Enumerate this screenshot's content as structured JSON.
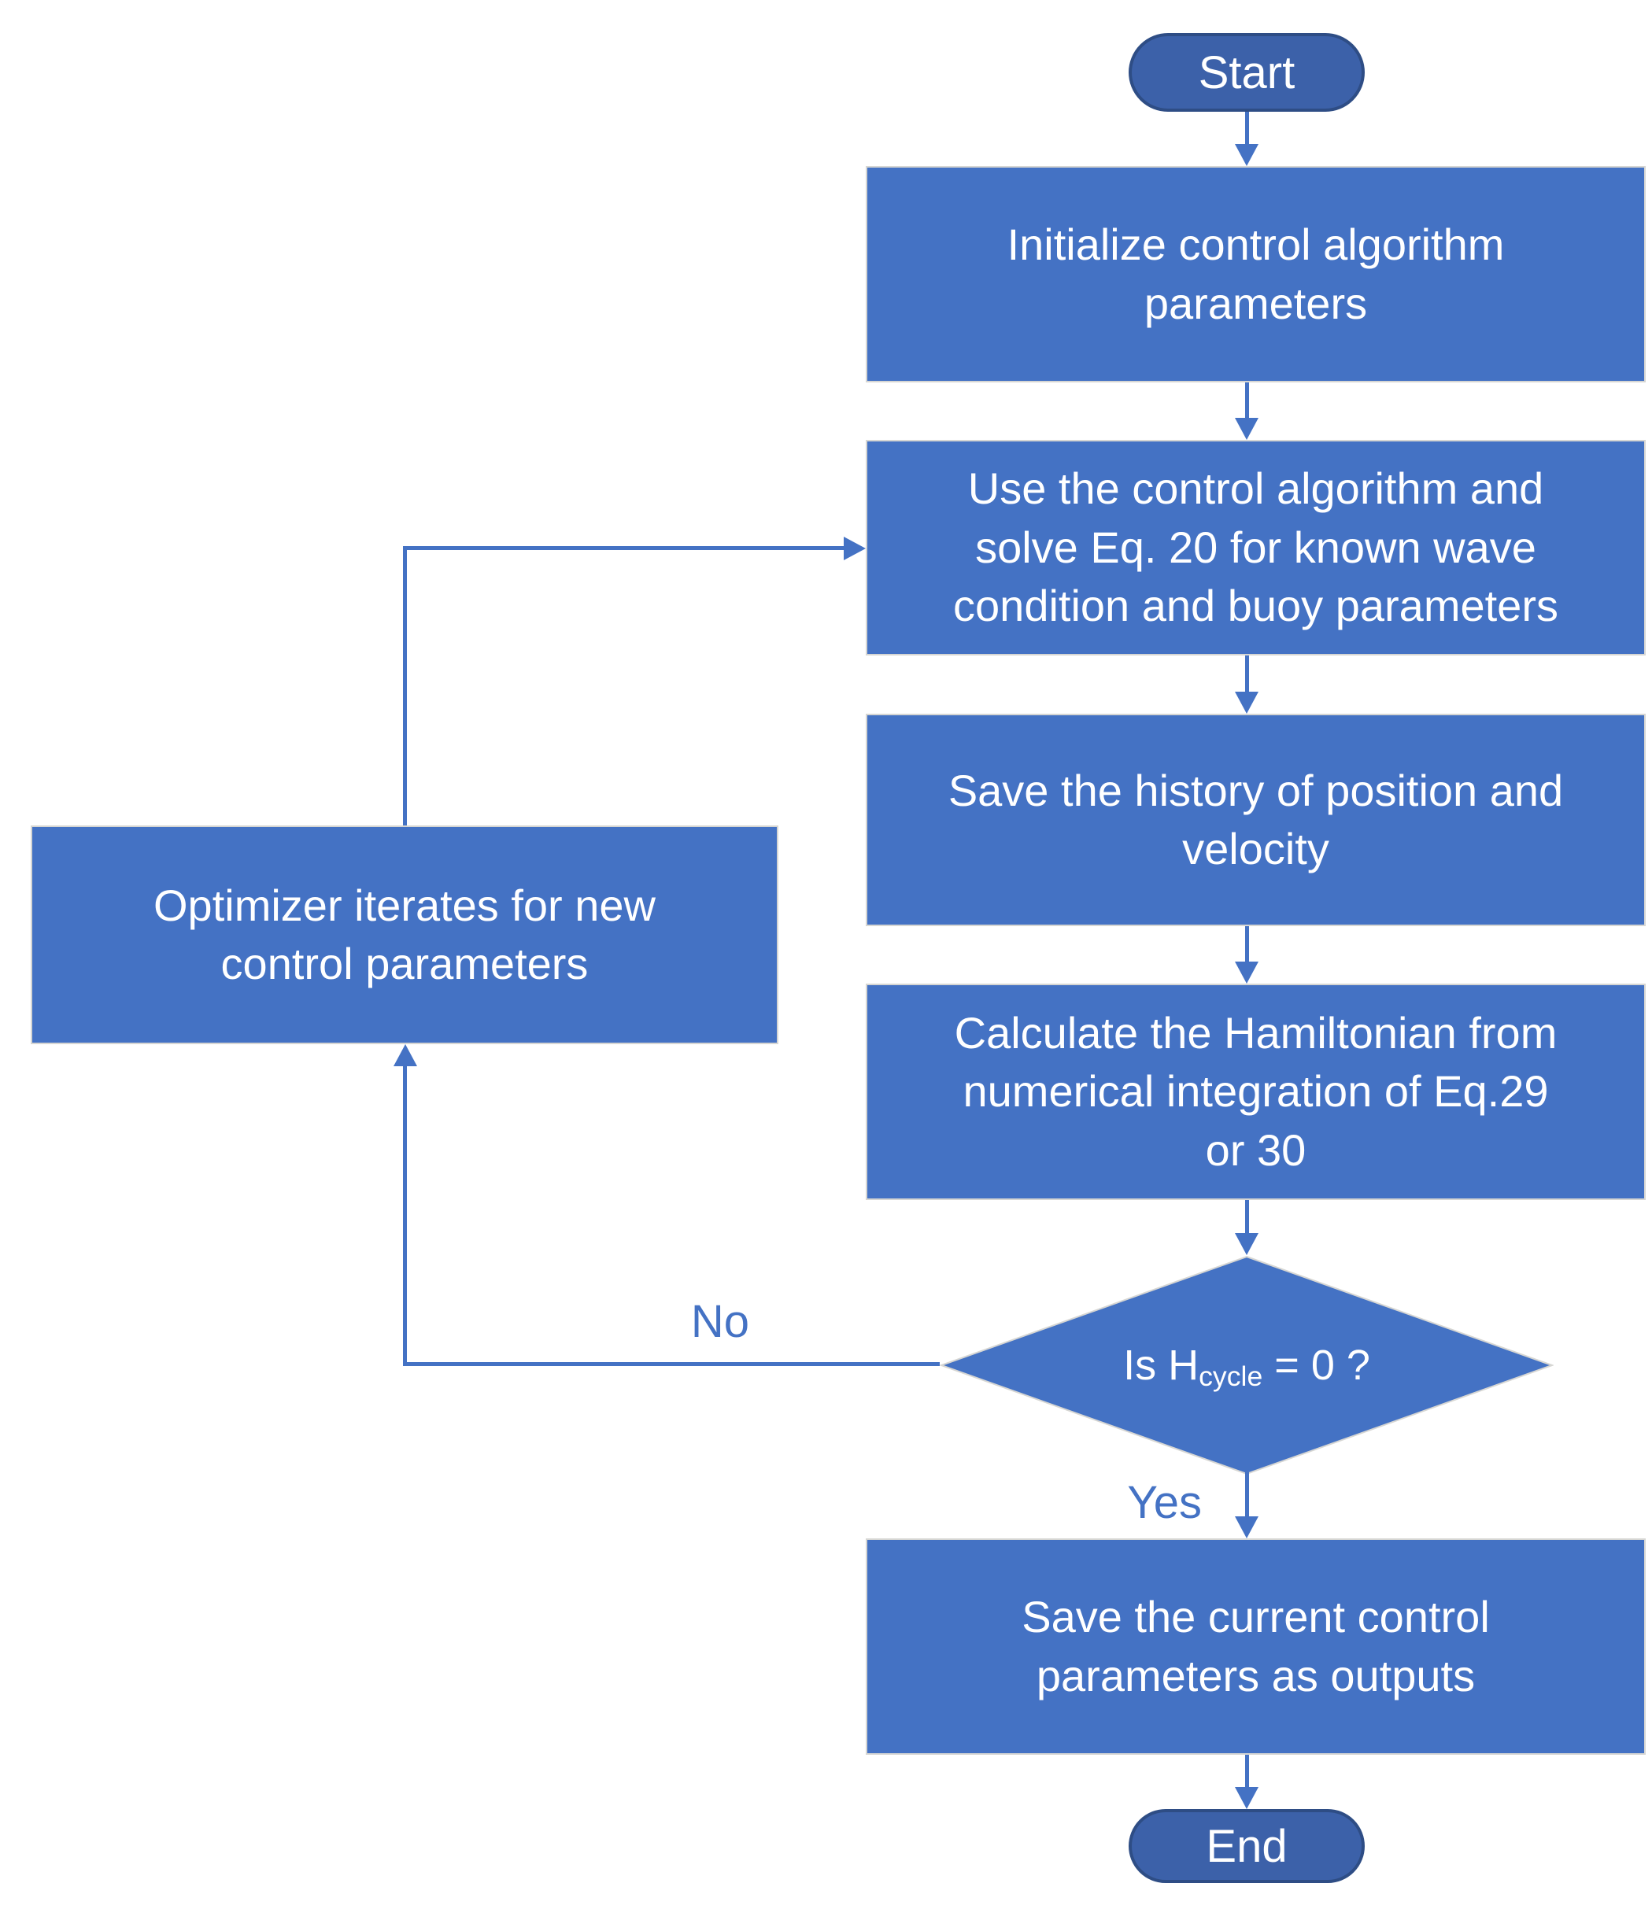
{
  "flowchart": {
    "nodes": {
      "start": {
        "label": "Start"
      },
      "initialize": {
        "label": "Initialize control algorithm\nparameters"
      },
      "solve": {
        "label": "Use the control algorithm and\nsolve Eq. 20 for known wave\ncondition and buoy parameters"
      },
      "save_history": {
        "label": "Save the history of position and\nvelocity"
      },
      "calculate": {
        "label": "Calculate the Hamiltonian from\nnumerical integration of Eq.29\nor 30"
      },
      "decision": {
        "prefix": "Is H",
        "subscript": "cycle",
        "suffix": " = 0 ?"
      },
      "save_outputs": {
        "label": "Save the current control\nparameters as outputs"
      },
      "optimizer": {
        "label": "Optimizer iterates for new\ncontrol parameters"
      },
      "end": {
        "label": "End"
      }
    },
    "edge_labels": {
      "yes": "Yes",
      "no": "No"
    },
    "colors": {
      "rect_fill": "#4472C4",
      "rect_border": "#D6D6D3",
      "pill_fill": "#3C61A9",
      "pill_border": "#2E4D85",
      "connector": "#4472C4",
      "edge_label_text": "#4472C4",
      "node_text": "#FFFFFF",
      "background": "#FFFFFF"
    }
  }
}
